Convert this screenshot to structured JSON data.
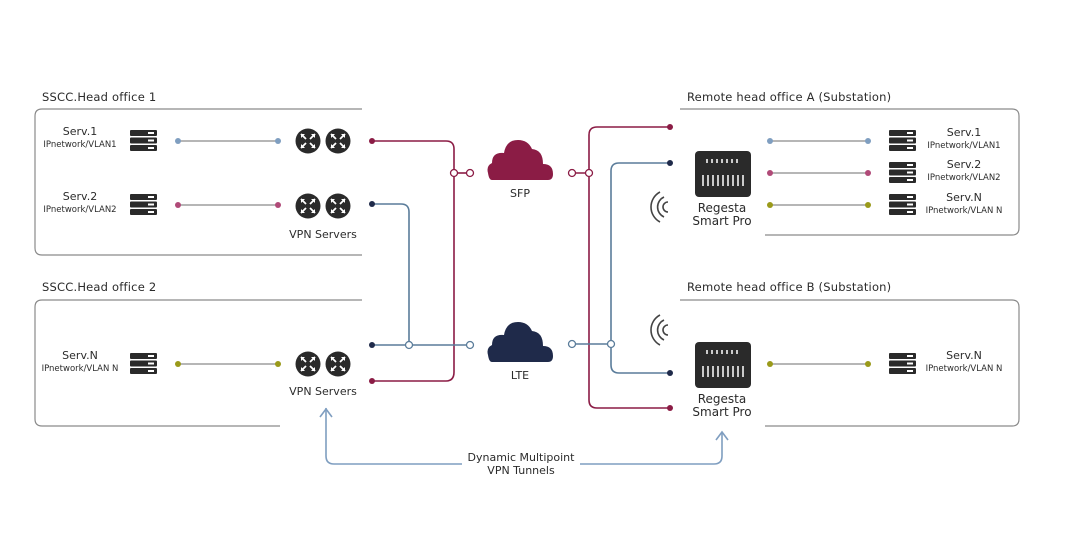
{
  "colors": {
    "box_border": "#8a8a8a",
    "crimson": "#8b1c45",
    "steel_blue": "#5a7c9a",
    "navy": "#1f2a4a",
    "dot_blue": "#7f9ec0",
    "dot_pink": "#b04a78",
    "dot_olive": "#9a9a1a",
    "device": "#2a2a2a"
  },
  "head_office_1": {
    "title": "SSCC.Head office 1",
    "servers": [
      {
        "name": "Serv.1",
        "network": "IPnetwork/VLAN1",
        "color": "#7f9ec0"
      },
      {
        "name": "Serv.2",
        "network": "IPnetwork/VLAN2",
        "color": "#b04a78"
      }
    ],
    "vpn_label": "VPN Servers"
  },
  "head_office_2": {
    "title": "SSCC.Head office 2",
    "servers": [
      {
        "name": "Serv.N",
        "network": "IPnetwork/VLAN N",
        "color": "#9a9a1a"
      }
    ],
    "vpn_label": "VPN Servers"
  },
  "remote_a": {
    "title": "Remote head office A (Substation)",
    "device_line1": "Regesta",
    "device_line2": "Smart Pro",
    "servers": [
      {
        "name": "Serv.1",
        "network": "IPnetwork/VLAN1",
        "color": "#7f9ec0"
      },
      {
        "name": "Serv.2",
        "network": "IPnetwork/VLAN2",
        "color": "#b04a78"
      },
      {
        "name": "Serv.N",
        "network": "IPnetwork/VLAN N",
        "color": "#9a9a1a"
      }
    ]
  },
  "remote_b": {
    "title": "Remote head office B (Substation)",
    "device_line1": "Regesta",
    "device_line2": "Smart Pro",
    "servers": [
      {
        "name": "Serv.N",
        "network": "IPnetwork/VLAN N",
        "color": "#9a9a1a"
      }
    ]
  },
  "clouds": {
    "sfp": "SFP",
    "lte": "LTE"
  },
  "tunnel_label_line1": "Dynamic Multipoint",
  "tunnel_label_line2": "VPN Tunnels",
  "icons": [
    "server-icon",
    "vpn-server-icon",
    "cloud-icon",
    "router-icon",
    "wireless-signal-icon",
    "arrow-up-icon"
  ]
}
